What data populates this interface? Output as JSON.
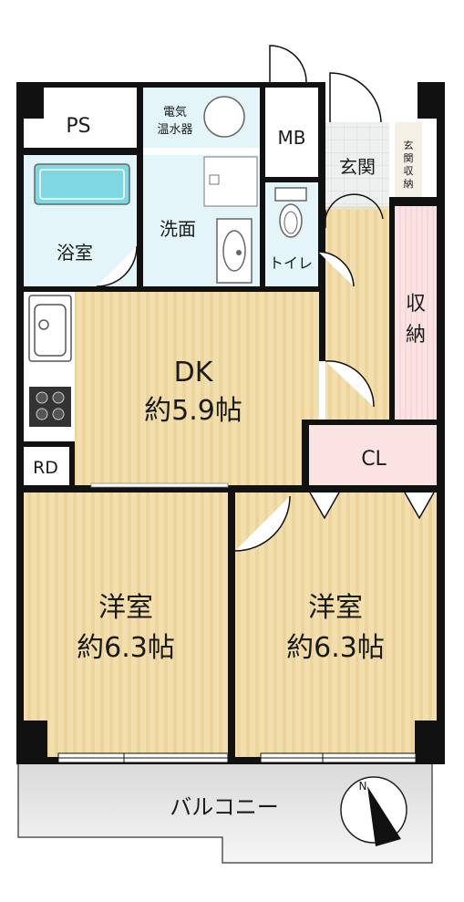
{
  "rooms": {
    "ps": "PS",
    "water_heater": [
      "電気",
      "温水器"
    ],
    "mb": "MB",
    "entrance": "玄関",
    "entrance_storage": [
      "玄",
      "関",
      "収",
      "納"
    ],
    "bath": "浴室",
    "washroom": "洗面",
    "toilet": "トイレ",
    "storage": [
      "収",
      "納"
    ],
    "dk": {
      "name": "DK",
      "size": "約5.9帖"
    },
    "rd": "RD",
    "cl": "CL",
    "western_left": {
      "name": "洋室",
      "size": "約6.3帖"
    },
    "western_right": {
      "name": "洋室",
      "size": "約6.3帖"
    },
    "balcony": "バルコニー"
  },
  "compass": {
    "label": "N"
  },
  "colors": {
    "wall": "#111111",
    "wood_floor": "#f3dfae",
    "wood_floor_stripe": "#e9cf91",
    "tile_floor": "#eef0ef",
    "wet_area": "#e3f5f8",
    "closet": "#fbe3e4",
    "balcony": "#ececec",
    "bathtub": "#7fd7e3"
  }
}
